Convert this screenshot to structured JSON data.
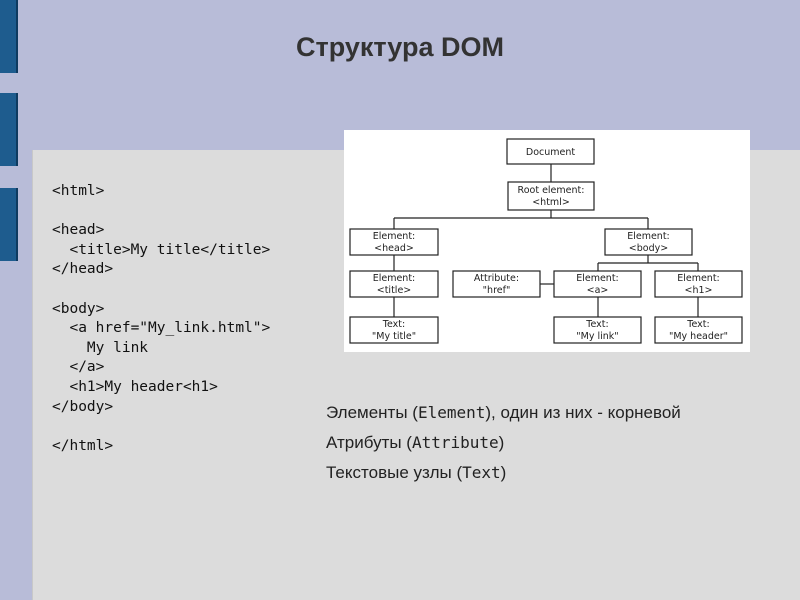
{
  "slide": {
    "title": "Структура DOM"
  },
  "code_lines": [
    "<html>",
    "",
    "<head>",
    "  <title>My title</title>",
    "</head>",
    "",
    "<body>",
    "  <a href=\"My_link.html\">",
    "    My link",
    "  </a>",
    "  <h1>My header<h1>",
    "</body>",
    "",
    "</html>"
  ],
  "tree": {
    "document": [
      "Document"
    ],
    "root": [
      "Root element:",
      "<html>"
    ],
    "head": [
      "Element:",
      "<head>"
    ],
    "body": [
      "Element:",
      "<body>"
    ],
    "title": [
      "Element:",
      "<title>"
    ],
    "attr": [
      "Attribute:",
      "\"href\""
    ],
    "a": [
      "Element:",
      "<a>"
    ],
    "h1": [
      "Element:",
      "<h1>"
    ],
    "text_title": [
      "Text:",
      "\"My title\""
    ],
    "text_link": [
      "Text:",
      "\"My link\""
    ],
    "text_header": [
      "Text:",
      "\"My header\""
    ]
  },
  "bullets": [
    {
      "before": "Элементы (",
      "mono": "Element",
      "after": "), один из них - корневой"
    },
    {
      "before": "Атрибуты (",
      "mono": "Attribute",
      "after": ")"
    },
    {
      "before": "Текстовые узлы (",
      "mono": "Text",
      "after": ")"
    }
  ]
}
